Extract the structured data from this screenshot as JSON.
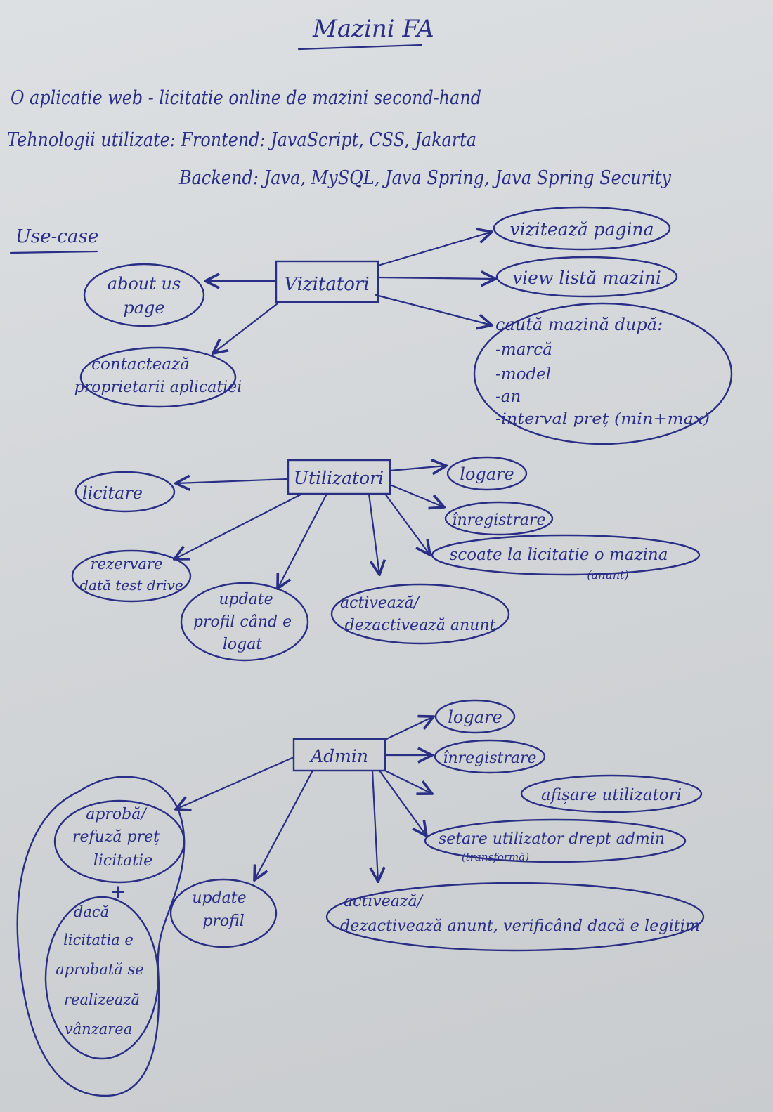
{
  "title": "Mazini FA",
  "intro": {
    "line1": "O aplicatie web - licitatie online de mazini second-hand",
    "line2": "Tehnologii utilizate: Frontend: JavaScript, CSS, Jakarta",
    "line3": "Backend: Java, MySQL, Java Spring, Java Spring Security"
  },
  "use_case_label": "Use-case",
  "vizitatori": {
    "actor": "Vizitatori",
    "viziteaza": "vizitează pagina",
    "view_lista": "view listă mazini",
    "cauta": [
      "caută mazină după:",
      "-marcă",
      "-model",
      "-an",
      "-interval preț (min+max)"
    ],
    "about": [
      "about us",
      "page"
    ],
    "contacteaza": [
      "contactează",
      "proprietarii aplicatiei"
    ]
  },
  "utilizatori": {
    "actor": "Utilizatori",
    "logare": "logare",
    "inregistrare": "înregistrare",
    "scoate": "scoate la licitatie o mazina",
    "anunt": "(anunt)",
    "licitare": "licitare",
    "rezervare": [
      "rezervare",
      "dată test drive"
    ],
    "update": [
      "update",
      "profil când e",
      "logat"
    ],
    "activeaza": [
      "activează/",
      "dezactivează anunt"
    ]
  },
  "admin": {
    "actor": "Admin",
    "logare": "logare",
    "inregistrare": "înregistrare",
    "afisare": "afișare utilizatori",
    "setare": "setare utilizator drept admin",
    "transforma": "(transformă)",
    "aproba": [
      "aprobă/",
      "refuză preț",
      "licitatie"
    ],
    "plus": "+",
    "daca": [
      "dacă",
      "licitatia e",
      "aprobată se",
      "realizează",
      "vânzarea"
    ],
    "update": [
      "update",
      "profil"
    ],
    "activeaza": [
      "activează/",
      "dezactivează anunt, verificând dacă e legitim"
    ]
  }
}
